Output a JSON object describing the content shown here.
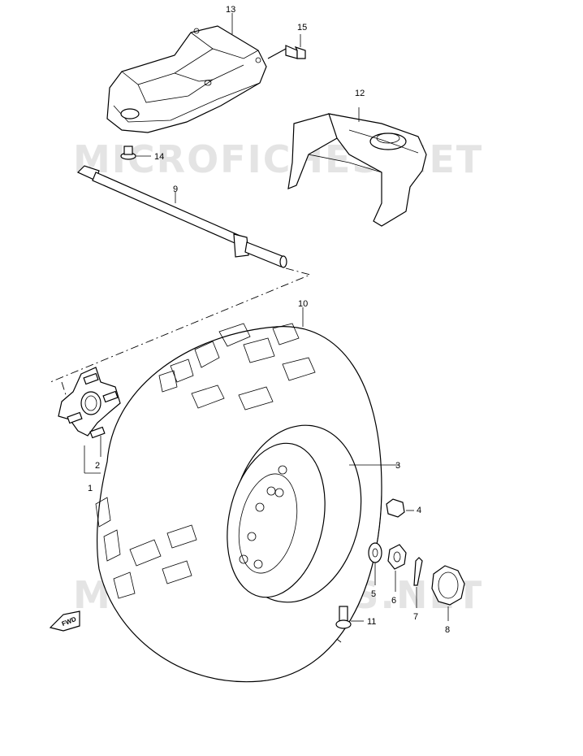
{
  "watermark": {
    "text": "MICROFICHES.NET"
  },
  "parts": [
    {
      "number": "1",
      "name": "hub"
    },
    {
      "number": "2",
      "name": "hub-bolt"
    },
    {
      "number": "3",
      "name": "rim"
    },
    {
      "number": "4",
      "name": "wheel-nut"
    },
    {
      "number": "5",
      "name": "washer"
    },
    {
      "number": "6",
      "name": "castle-nut"
    },
    {
      "number": "7",
      "name": "cotter-pin"
    },
    {
      "number": "8",
      "name": "hub-cap"
    },
    {
      "number": "9",
      "name": "drive-shaft"
    },
    {
      "number": "10",
      "name": "tire"
    },
    {
      "number": "11",
      "name": "valve"
    },
    {
      "number": "12",
      "name": "knuckle-bracket"
    },
    {
      "number": "13",
      "name": "axle-housing-cover"
    },
    {
      "number": "14",
      "name": "bolt"
    },
    {
      "number": "15",
      "name": "bolt"
    }
  ],
  "fwd_label": "FWD"
}
